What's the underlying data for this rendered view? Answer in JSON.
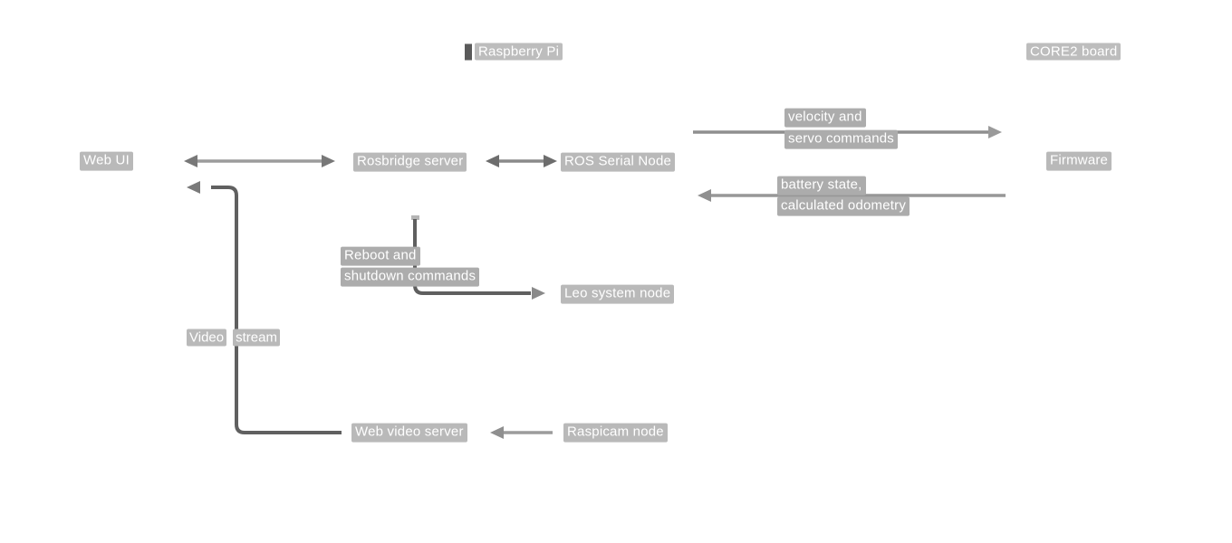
{
  "titles": {
    "raspberry_pi": "Raspberry Pi",
    "core2_board": "CORE2 board"
  },
  "nodes": {
    "web_ui": "Web UI",
    "rosbridge_server": "Rosbridge server",
    "ros_serial_node": "ROS Serial Node",
    "firmware": "Firmware",
    "leo_system_node": "Leo system node",
    "web_video_server": "Web video server",
    "raspicam_node": "Raspicam node"
  },
  "edge_labels": {
    "velocity_line1": "velocity and",
    "velocity_line2": "servo commands",
    "battery_line1": "battery state,",
    "battery_line2": "calculated odometry",
    "reboot_line1": "Reboot and",
    "reboot_line2": "shutdown commands",
    "video_stream_word1": "Video",
    "video_stream_word2": "stream"
  },
  "colors": {
    "background": "#ffffff",
    "label_text": "#ffffff",
    "label_chip": "#b9b9b9",
    "title_chip": "#bdbdbd",
    "title_marker": "#5a5a5a",
    "wire_light": "#9c9c9c",
    "wire_medium": "#8f8f8f",
    "wire_dark": "#5f5f5f",
    "arrowhead": "#7a7a7a"
  }
}
